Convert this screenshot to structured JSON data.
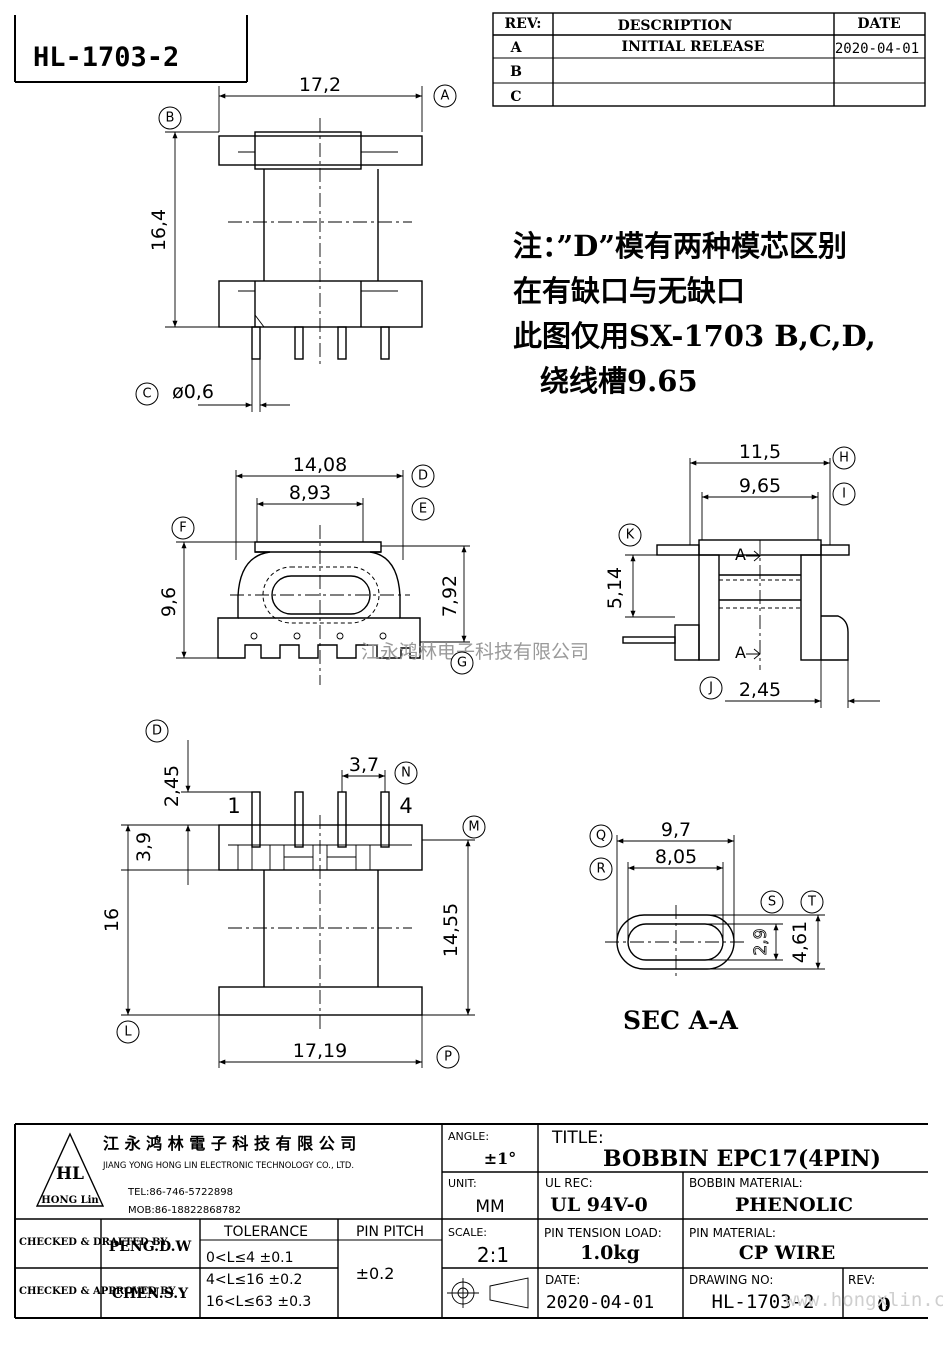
{
  "drawing_code": "HL-1703-2",
  "revision_table": {
    "headers": {
      "rev": "REV:",
      "description": "DESCRIPTION",
      "date": "DATE"
    },
    "rows": [
      {
        "rev": "A",
        "description": "INITIAL  RELEASE",
        "date": "2020-04-01"
      },
      {
        "rev": "B",
        "description": "",
        "date": ""
      },
      {
        "rev": "C",
        "description": "",
        "date": ""
      }
    ]
  },
  "notes": {
    "line1": "注：”D”模有两种模芯区别",
    "line2": "在有缺口与无缺口",
    "line3": "此图仅用SX-1703 B,C,D,",
    "line4": "绕线槽9.65"
  },
  "dimensions": {
    "A": "17,2",
    "B": "16,4",
    "C": "ø0,6",
    "D": "14,08",
    "E": "8,93",
    "F": "9,6",
    "G": "7,92",
    "H": "11,5",
    "I": "9,65",
    "K": "5,14",
    "J": "2,45",
    "D2": "2,45",
    "three_nine": "3,9",
    "N": "3,7",
    "sixteen": "16",
    "M": "14,55",
    "P": "17,19",
    "Q": "9,7",
    "R": "8,05",
    "S": "2,9",
    "T": "4,61"
  },
  "balloons": [
    "A",
    "B",
    "C",
    "D",
    "E",
    "F",
    "G",
    "H",
    "I",
    "K",
    "J",
    "D",
    "N",
    "M",
    "L",
    "P",
    "Q",
    "R",
    "S",
    "T"
  ],
  "section_markers": [
    "A",
    "A"
  ],
  "pin_labels": [
    "1",
    "4"
  ],
  "section_label": "SEC A-A",
  "watermark": "江永鸿林电子科技有限公司",
  "watermark2": "www.hongxlin.cn",
  "company": {
    "name_cn": "江 永 鸿 林 電 子 科 技 有 限 公 司",
    "name_en": "JIANG YONG HONG LIN ELECTRONIC TECHNOLOGY CO., LTD.",
    "tel": "TEL:86-746-5722898",
    "mob": "MOB:86-18822868782",
    "logo_text": "HL",
    "logo_sub": "HONG Lin"
  },
  "title_block": {
    "angle_label": "ANGLE:",
    "angle_value": "±1°",
    "unit_label": "UNIT:",
    "unit_value": "MM",
    "scale_label": "SCALE:",
    "scale_value": "2:1",
    "title_label": "TITLE:",
    "title_value": "BOBBIN   EPC17(4PIN)",
    "ul_label": "UL REC:",
    "ul_value": "UL 94V-0",
    "bobbin_material_label": "BOBBIN MATERIAL:",
    "bobbin_material_value": "PHENOLIC",
    "pin_tension_label": "PIN TENSION LOAD:",
    "pin_tension_value": "1.0kg",
    "pin_material_label": "PIN MATERIAL:",
    "pin_material_value": "CP WIRE",
    "date_label": "DATE:",
    "date_value": "2020-04-01",
    "drawing_no_label": "DRAWING NO:",
    "drawing_no_value": "HL-1703-2",
    "rev_label": "REV:",
    "rev_value": "0",
    "checked_drafted_label": "CHECKED & DRAFTED BY",
    "checked_drafted_value": "PENG.D.W",
    "checked_approved_label": "CHECKED & APPROVED BY",
    "checked_approved_value": "CHEN.S.Y",
    "tolerance_label": "TOLERANCE",
    "tolerance_rows": [
      "0<L≤4   ±0.1",
      "4<L≤16  ±0.2",
      "16<L≤63 ±0.3"
    ],
    "pin_pitch_label": "PIN PITCH",
    "pin_pitch_value": "±0.2"
  }
}
